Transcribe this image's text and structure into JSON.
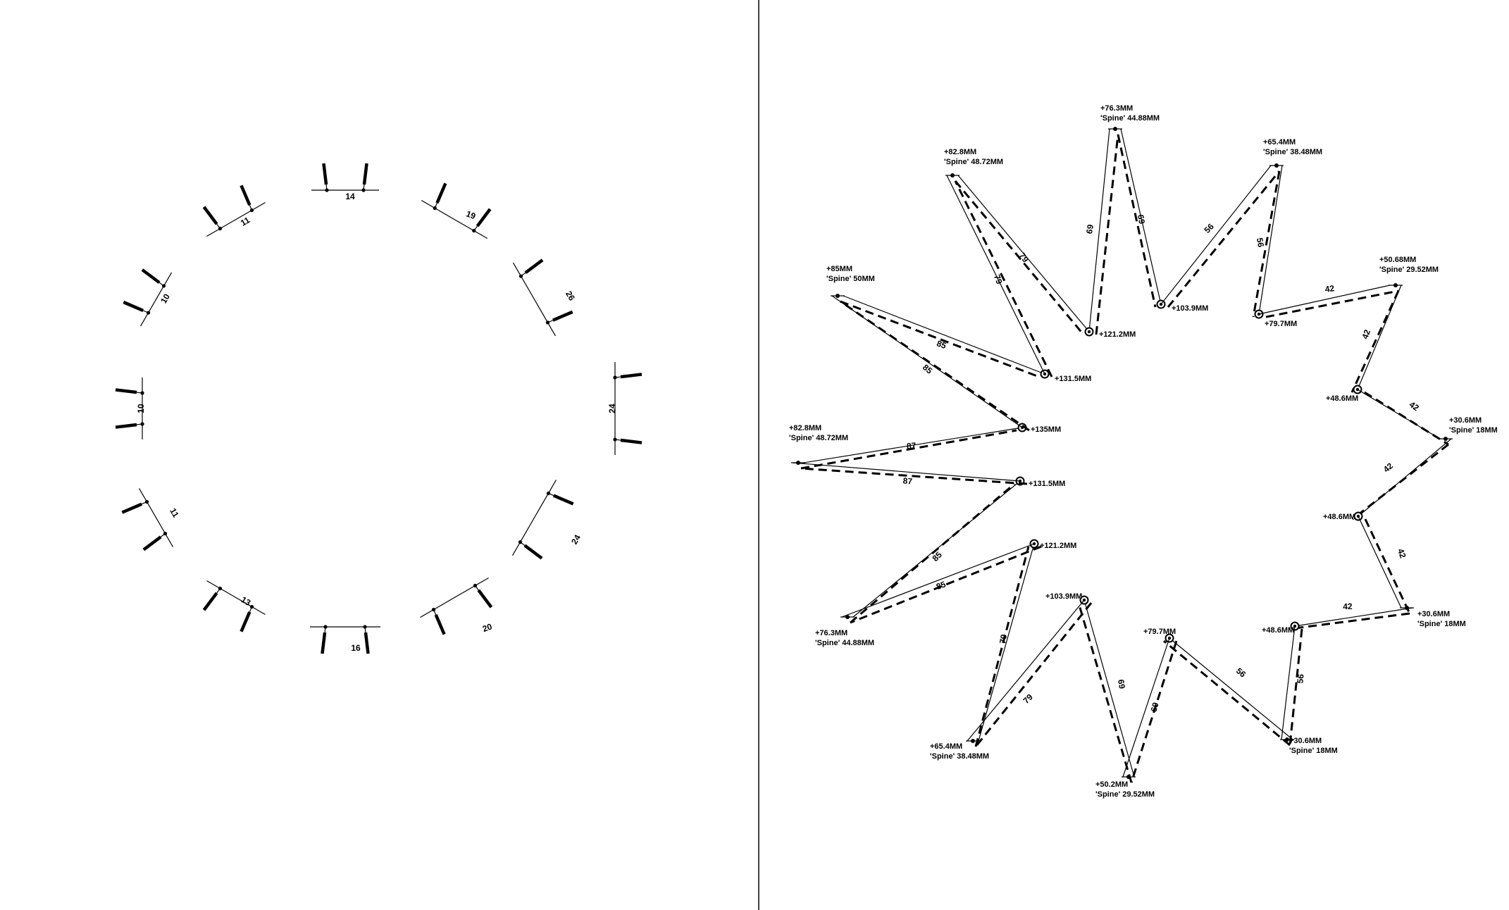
{
  "left_panel": {
    "dimensions": [
      "14",
      "19",
      "26",
      "24",
      "24",
      "20",
      "16",
      "13",
      "11",
      "10",
      "10",
      "11"
    ]
  },
  "right_panel": {
    "outer_labels": [
      {
        "line1": "+76.3MM",
        "line2": "'Spine' 44.88MM"
      },
      {
        "line1": "+65.4MM",
        "line2": "'Spine' 38.48MM"
      },
      {
        "line1": "+50.68MM",
        "line2": "'Spine' 29.52MM"
      },
      {
        "line1": "+30.6MM",
        "line2": "'Spine' 18MM"
      },
      {
        "line1": "+30.6MM",
        "line2": "'Spine' 18MM"
      },
      {
        "line1": "+30.6MM",
        "line2": "'Spine' 18MM"
      },
      {
        "line1": "+50.2MM",
        "line2": "'Spine' 29.52MM"
      },
      {
        "line1": "+65.4MM",
        "line2": "'Spine' 38.48MM"
      },
      {
        "line1": "+76.3MM",
        "line2": "'Spine' 44.88MM"
      },
      {
        "line1": "+82.8MM",
        "line2": "'Spine' 48.72MM"
      },
      {
        "line1": "+85MM",
        "line2": "'Spine' 50MM"
      },
      {
        "line1": "+82.8MM",
        "line2": "'Spine' 48.72MM"
      }
    ],
    "inner_labels": [
      "+103.9MM",
      "+79.7MM",
      "+48.6MM",
      "+48.6MM",
      "+48.6MM",
      "+79.7MM",
      "+103.9MM",
      "+121.2MM",
      "+131.5MM",
      "+135MM",
      "+131.5MM",
      "+121.2MM"
    ],
    "dimensions": [
      "69",
      "56",
      "56",
      "42",
      "42",
      "42",
      "42",
      "42",
      "42",
      "56",
      "56",
      "69",
      "69",
      "79",
      "79",
      "85",
      "85",
      "87",
      "87",
      "85",
      "85",
      "79",
      "79",
      "69"
    ]
  }
}
